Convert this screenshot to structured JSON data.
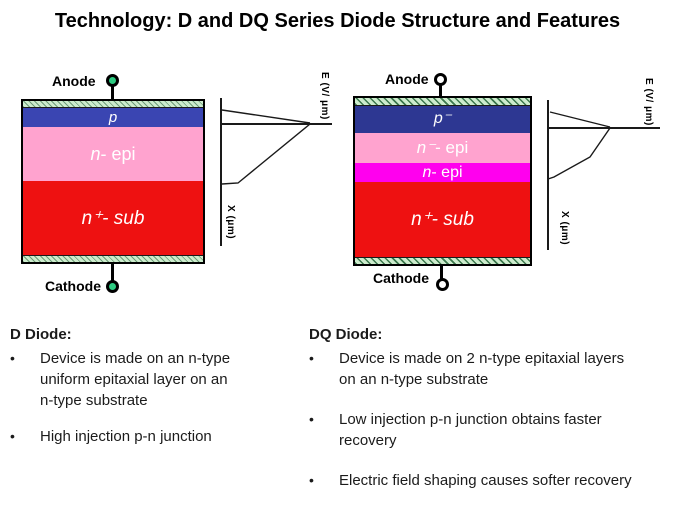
{
  "title": "Technology: D and DQ Series Diode Structure and Features",
  "d_diode": {
    "anode_label": "Anode",
    "cathode_label": "Cathode",
    "layers": [
      {
        "sym": "p",
        "rest": ""
      },
      {
        "sym": "n",
        "rest": " - epi"
      },
      {
        "sym": "n⁺",
        "rest": " - sub"
      }
    ],
    "plot": {
      "e_label": "E (V/ μm)",
      "x_label": "X (μm)"
    }
  },
  "dq_diode": {
    "anode_label": "Anode",
    "cathode_label": "Cathode",
    "layers": [
      {
        "sym": "p⁻",
        "rest": ""
      },
      {
        "sym": "n⁻",
        "rest": " - epi"
      },
      {
        "sym": "n",
        "rest": " - epi"
      },
      {
        "sym": "n⁺",
        "rest": " - sub"
      }
    ],
    "plot": {
      "e_label": "E (V/ μm)",
      "x_label": "X (μm)"
    }
  },
  "notes_left": {
    "heading": "D Diode:",
    "bullet_char": "•",
    "bullets": [
      {
        "lines": [
          "Device is made on an n-type",
          "uniform epitaxial layer on an",
          "n-type substrate"
        ]
      },
      {
        "lines": [
          "High injection p-n junction"
        ]
      }
    ]
  },
  "notes_right": {
    "heading": "DQ Diode:",
    "bullet_char": "•",
    "bullets": [
      {
        "lines": [
          "Device is made on 2 n-type epitaxial layers",
          "on an n-type substrate"
        ]
      },
      {
        "lines": [
          "Low injection p-n junction obtains faster",
          "recovery"
        ]
      },
      {
        "lines": [
          "Electric field shaping causes softer recovery"
        ]
      }
    ]
  },
  "colors": {
    "d_p_layer": "#3a45b2",
    "d_n_epi_layer": "#ffa3cf",
    "d_n_sub_layer": "#ee1111",
    "dq_p_layer": "#2d3792",
    "dq_n_minus_epi_layer": "#ffa3cf",
    "dq_n_epi_layer": "#ff00ee",
    "dq_n_sub_layer": "#ee1111",
    "contact_strip": "#cdeccd",
    "d_terminal_fill": "#2ecc82",
    "dq_terminal_fill": "#ffffff"
  }
}
